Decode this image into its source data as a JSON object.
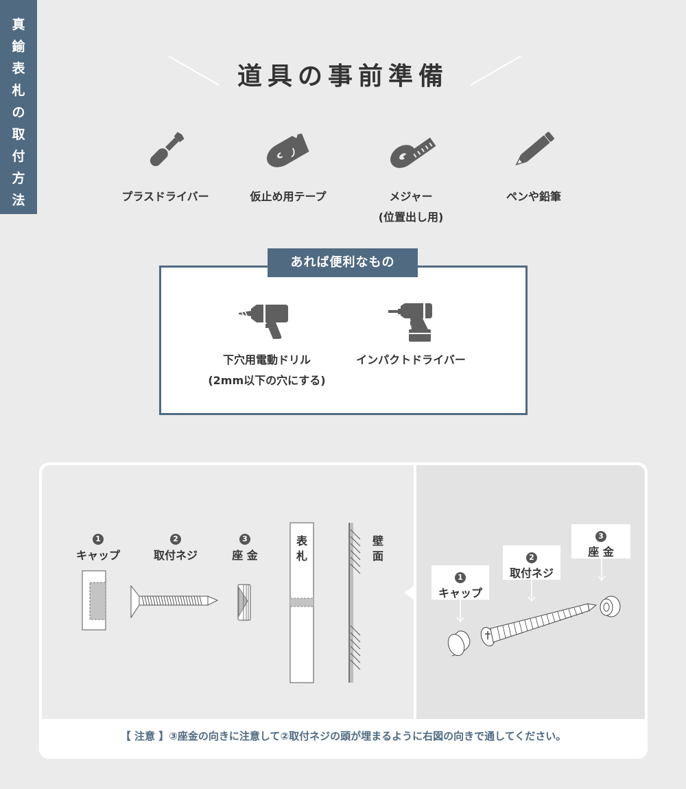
{
  "side_tab": {
    "chars": [
      "真",
      "鍮",
      "表",
      "札",
      "の",
      "取",
      "付",
      "方",
      "法"
    ],
    "color": "#506a82"
  },
  "heading": {
    "title": "道具の事前準備"
  },
  "tools": [
    {
      "icon": "screwdriver-icon",
      "label": "プラスドライバー",
      "sub": ""
    },
    {
      "icon": "tape-icon",
      "label": "仮止め用テープ",
      "sub": ""
    },
    {
      "icon": "measuring-tape-icon",
      "label": "メジャー",
      "sub": "(位置出し用)"
    },
    {
      "icon": "pencil-icon",
      "label": "ペンや鉛筆",
      "sub": ""
    }
  ],
  "extras": {
    "title": "あれば便利なもの",
    "items": [
      {
        "icon": "electric-drill-icon",
        "label": "下穴用電動ドリル",
        "sub": "(2mm以下の穴にする)"
      },
      {
        "icon": "impact-driver-icon",
        "label": "インパクトドライバー",
        "sub": ""
      }
    ]
  },
  "diagram": {
    "left_parts": [
      {
        "num": "1",
        "label": "キャップ"
      },
      {
        "num": "2",
        "label": "取付ネジ"
      },
      {
        "num": "3",
        "label": "座 金"
      }
    ],
    "nameplate_label": "表札",
    "wall_label": "壁面",
    "right_callouts": [
      {
        "num": "1",
        "label": "キャップ"
      },
      {
        "num": "2",
        "label": "取付ネジ"
      },
      {
        "num": "3",
        "label": "座 金"
      }
    ],
    "note": "【 注意 】③座金の向きに注意して②取付ネジの頭が埋まるように右図の向きで通してください。"
  }
}
